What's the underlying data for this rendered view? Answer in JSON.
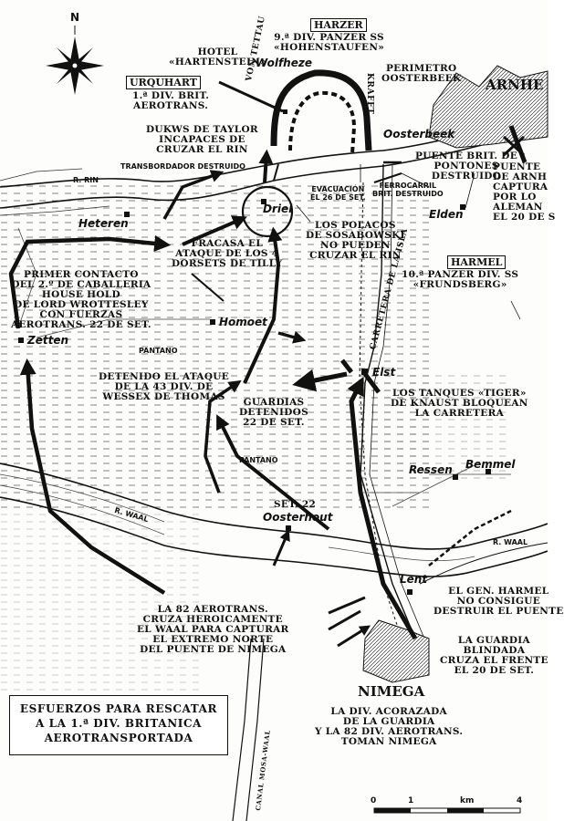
{
  "map": {
    "title_lines": [
      "ESFUERZOS PARA RESCATAR",
      "A LA 1.ª DIV. BRITANICA",
      "AEROTRANSPORTADA"
    ],
    "compass": {
      "north": "N"
    },
    "scale": {
      "labels": [
        "0",
        "1",
        "km",
        "4"
      ]
    },
    "rivers": {
      "rin": "R. RIN",
      "waal_w": "R. WAAL",
      "waal_e": "R. WAAL"
    },
    "canal": "CANAL MOSA-WAAL",
    "road": "CARRETERA DE LA ISLA",
    "terrain": {
      "pantano_1": "PANTANO",
      "pantano_2": "PANTANO"
    },
    "places": {
      "arnhem": "ARNHE",
      "wolfheze": "Wolfheze",
      "oosterbeek": "Oosterbeek",
      "heteren": "Heteren",
      "driel": "Driel",
      "elden": "Elden",
      "homoet": "Homoet",
      "zetten": "Zetten",
      "elst": "Elst",
      "ressen": "Ressen",
      "bemmel": "Bemmel",
      "oosterhout": "Oosterhout",
      "lent": "Lent",
      "nimega": "NIMEGA"
    },
    "commanders": {
      "harzer": "HARZER",
      "urquhart": "URQUHART",
      "harmel": "HARMEL"
    },
    "perimeter_names": {
      "von_tettau": "VON TETTAU",
      "krafft": "KRAFFT"
    },
    "labels": {
      "harzer_div": "9.ª DIV. PANZER SS\n«HOHENSTAUFEN»",
      "hotel": "HOTEL\n«HARTENSTEIN»",
      "perimetro": "PERIMETRO\nOOSTERBEEK",
      "urquhart_div": "1.ª DIV. BRIT.\nAEROTRANS.",
      "dukws": "DUKWS DE TAYLOR\nINCAPACES DE\nCRUZAR EL RIN",
      "transbordador": "TRANSBORDADOR DESTRUIDO",
      "evacuacion": "EVACUACIÓN\nEL 26 DE SET.",
      "ferrocarril": "FERROCARRIL\nBRIT. DESTRUIDO",
      "pontones": "PUENTE BRIT. DE\nPONTONES\nDESTRUIDO",
      "puente_arnhem": "PUENTE\nDE ARNH\nCAPTURA\nPOR LO\nALEMAN\nEL 20 DE S",
      "polacos": "LOS POLACOS\nDE SOSABOWSKI\nNO PUEDEN\nCRUZAR EL RIN",
      "fracasa": "FRACASA EL\nATAQUE DE LOS 4\nDORSETS DE TILLY",
      "harmel_div": "10.ª PANZER DIV. SS\n«FRUNDSBERG»",
      "primer_contacto": "PRIMER CONTACTO\nDEL 2.º DE CABALLERIA\nHOUSE HOLD\nDE LORD WROTTESLEY\nCON FUERZAS\nAEROTRANS. 22 DE SET.",
      "detenido": "DETENIDO EL ATAQUE\nDE LA 43 DIV. DE\nWESSEX DE THOMAS",
      "guardias": "GUARDIAS\nDETENIDOS\n22 DE SET.",
      "tigers": "LOS TANQUES «TIGER»\nDE KNAUST BLOQUEAN\nLA CARRETERA",
      "set22": "SET. 22",
      "harmel_bridge": "EL GEN. HARMEL\nNO CONSIGUE\nDESTRUIR EL PUENTE",
      "aerotrans82": "LA 82 AEROTRANS.\nCRUZA HEROICAMENTE\nEL WAAL PARA CAPTURAR\nEL EXTREMO NORTE\nDEL PUENTE DE NIMEGA",
      "guardia_blindada": "LA GUARDIA\nBLINDADA\nCRUZA EL FRENTE\nEL 20 DE SET.",
      "div_acorazada": "LA DIV. ACORAZADA\nDE LA GUARDIA\nY LA 82 DIV. AEROTRANS.\nTOMAN NIMEGA"
    },
    "colors": {
      "ink": "#111111",
      "paper": "#fdfdfb",
      "water": "#ffffff"
    }
  }
}
